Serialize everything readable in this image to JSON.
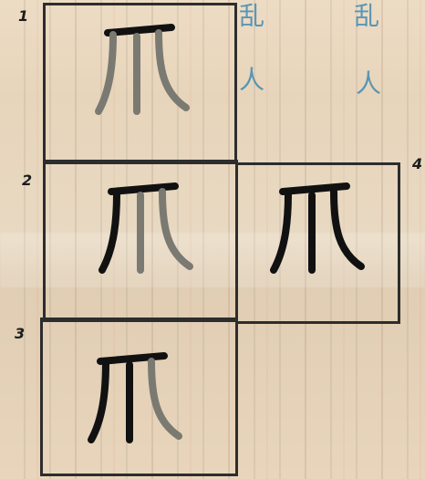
{
  "boxes": [
    {
      "number": "1",
      "character": "爪",
      "stroke_order_highlight": 1
    },
    {
      "number": "2",
      "character": "爪",
      "stroke_order_highlight": 2
    },
    {
      "number": "3",
      "character": "爪",
      "stroke_order_highlight": 3
    },
    {
      "number": "4",
      "character": "爪",
      "stroke_order_highlight": 4
    }
  ],
  "background_notes": [
    {
      "text": "乱"
    },
    {
      "text": "乱"
    },
    {
      "text": "人"
    },
    {
      "text": "人"
    }
  ],
  "colors": {
    "frame": "#2d2d2d",
    "ink_black": "#111111",
    "ink_gray": "#7a7a72",
    "note_blue": "#4a8fb3"
  }
}
